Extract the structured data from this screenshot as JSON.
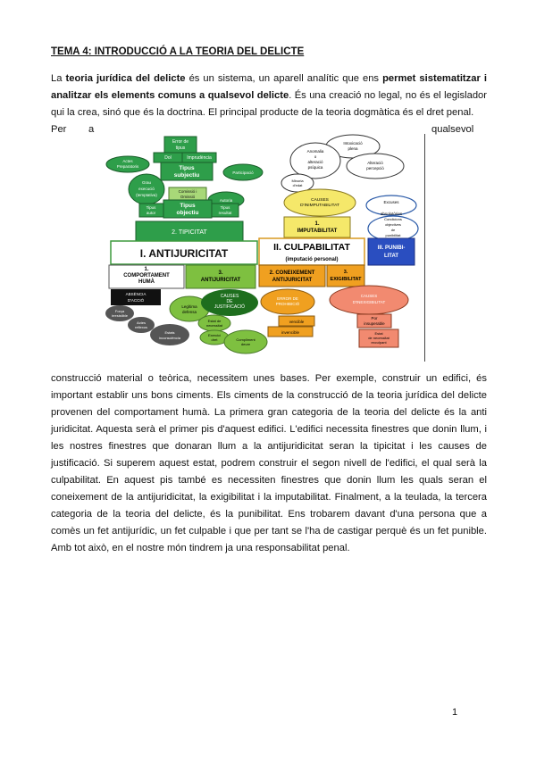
{
  "title": "TEMA 4: INTRODUCCIÓ A LA TEORIA DEL DELICTE",
  "intro": {
    "t1": "La ",
    "b1": "teoria jurídica del delicte",
    "t2": " és un sistema, un aparell analític que ens ",
    "b2": "permet sistematitzar i analitzar els elements comuns a qualsevol delicte",
    "t3": ". És una creació no legal, no és el legislador qui la crea, sinó que és la doctrina. El principal producte de la teoria dogmàtica és el dret penal."
  },
  "per_line": {
    "w1": "Per",
    "w2": "a",
    "w3": "qualsevol"
  },
  "body": "construcció material o teòrica, necessitem unes bases. Per exemple, construir un edifici, és important establir uns bons ciments. Els ciments de la construcció de la teoria jurídica del delicte provenen del comportament humà. La primera gran categoria de la teoria del delicte és la anti juridicitat. Aquesta serà el primer pis d'aquest edifici. L'edifici necessita finestres que donin llum, i les nostres finestres que donaran llum a la antijuridicitat seran la tipicitat i les causes de justificació. Si superem aquest estat, podrem construir el segon nivell de l'edifici, el qual serà la culpabilitat. En aquest pis també es necessiten finestres que donin llum les quals seran el coneixement de la antijuridicitat, la exigibilitat i la imputabilitat. Finalment, a la teulada, la tercera categoria de la teoria del delicte, és la punibilitat. Ens trobarem davant d'una persona que a comès un fet antijurídic, un fet culpable i que per tant se l'ha de castigar perquè és un fet punible. Amb tot això, en el nostre món tindrem ja una responsabilitat penal.",
  "page_number": "1",
  "diagram": {
    "antijuricitat": "I. ANTIJURICITAT",
    "culpabilitat": "II. CULPABILITAT",
    "imputacio": "(imputació personal)",
    "punibilitat_1": "III. PUNIBI-",
    "punibilitat_2": "LITAT",
    "tipicitat": "2. TIPICITAT",
    "comportament_1": "1.",
    "comportament_2": "COMPORTAMENT",
    "comportament_3": "HUMÀ",
    "antijuricitat3_1": "3.",
    "antijuricitat3_2": "ANTIJURICITAT",
    "coneixement_1": "2. CONEIXEMENT",
    "coneixement_2": "ANTIJURICITAT",
    "exigibilitat_1": "3.",
    "exigibilitat_2": "EXIGIBILITAT",
    "imputabilitat_1": "1.",
    "imputabilitat_2": "IMPUTABILITAT",
    "causes_inimputabilitat_1": "CAUSES",
    "causes_inimputabilitat_2": "D'INIMPUTABILITAT",
    "error_tipus_1": "Error de",
    "error_tipus_2": "tipus",
    "dol": "Dol",
    "imprudencia": "Imprudència",
    "tipus_subjectiu_1": "Tipus",
    "tipus_subjectiu_2": "subjectiu",
    "actes_1": "Actes",
    "actes_2": "Preparatoris",
    "grau_1": "Grau",
    "grau_2": "execució",
    "grau_3": "(temptativa)",
    "participacio": "Participació",
    "autoria": "Autoria",
    "comissio_1": "Comissió i",
    "comissio_2": "Omissió",
    "tipus_objectiu_1": "Tipus",
    "tipus_objectiu_2": "objectiu",
    "tipus_autor_1": "Tipus",
    "tipus_autor_2": "autor",
    "tipus_resultat_1": "Tipus",
    "tipus_resultat_2": "resultat",
    "anomalia_1": "Anomalia",
    "anomalia_2": "o",
    "anomalia_3": "alteració",
    "anomalia_4": "psíquica",
    "intoxicacio_1": "Intoxicació",
    "intoxicacio_2": "plena",
    "alteracio_1": "Alteració",
    "alteracio_2": "percepció",
    "minoria_1": "Minoria",
    "minoria_2": "d'edat",
    "excuses_1": "Excuses",
    "excuses_2": "absolutòries",
    "condicions_1": "Condicions",
    "condicions_2": "objectives",
    "condicions_3": "de",
    "condicions_4": "punibilitat",
    "absencia_1": "ABSÈNCIA",
    "absencia_2": "D'ACCIÓ",
    "forca_1": "Força",
    "forca_2": "irresistible",
    "actes_reflexos_1": "Actes",
    "actes_reflexos_2": "reflexos",
    "estats_1": "Estats",
    "estats_2": "inconsciència",
    "legitima_1": "Legítima",
    "legitima_2": "defensa",
    "causes_justificacio_1": "CAUSES",
    "causes_justificacio_2": "DE",
    "causes_justificacio_3": "JUSTIFICACIÓ",
    "necessitat_1": "Estat de",
    "necessitat_2": "necessitat",
    "exercici_1": "Exercici",
    "exercici_2": "dret",
    "compliment_1": "Compliment",
    "compliment_2": "deure",
    "error_prohibicio_1": "ERROR DE",
    "error_prohibicio_2": "PROHIBICIÓ",
    "vencible": "vencible",
    "invencible": "invencible",
    "causes_inexigibilitat_1": "CAUSES",
    "causes_inexigibilitat_2": "D'INEXIGIBILITAT",
    "por_1": "Por",
    "por_2": "insuperable",
    "estat_necessitat_1": "Estat",
    "estat_necessitat_2": "de necessitat",
    "estat_necessitat_3": "exculpant"
  }
}
